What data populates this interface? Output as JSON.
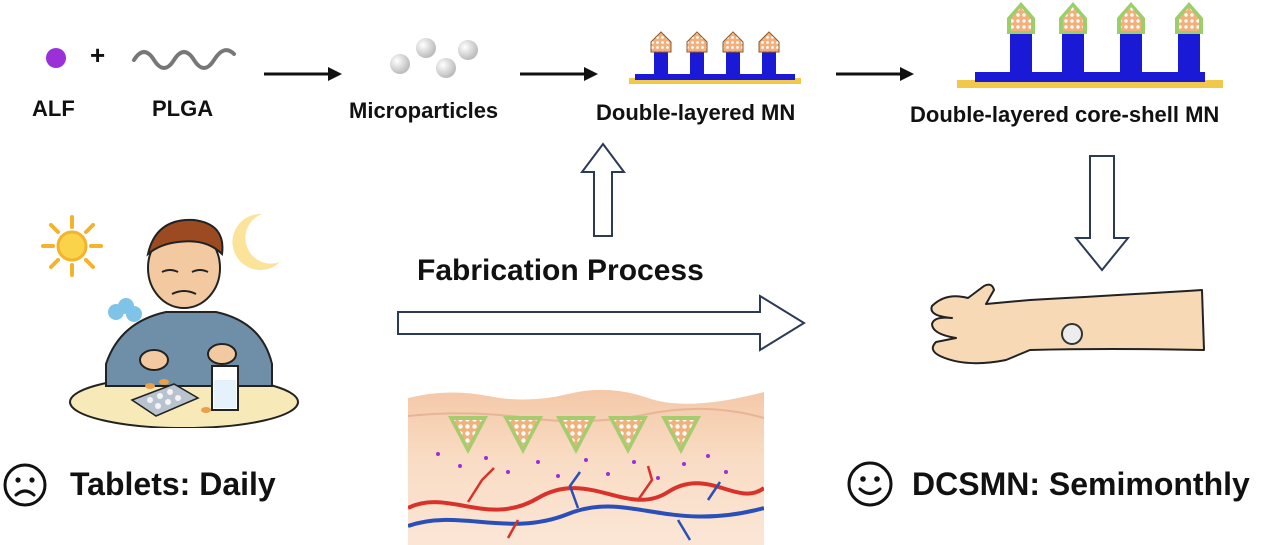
{
  "top_row": {
    "alf_label": "ALF",
    "plus_sign": "+",
    "plga_label": "PLGA",
    "microparticles_label": "Microparticles",
    "double_layered_label": "Double-layered MN",
    "core_shell_label": "Double-layered core-shell MN"
  },
  "center": {
    "process_label": "Fabrication Process"
  },
  "left_panel": {
    "tablets_label": "Tablets: Daily"
  },
  "right_panel": {
    "dcsmn_label": "DCSMN: Semimonthly"
  },
  "colors": {
    "alf_dot": "#9b30d9",
    "mn_blue": "#1a1ad6",
    "mn_base": "#f2c84b",
    "arrow_black": "#111111",
    "outline_arrow": "#2d3a55",
    "skin": "#f6cfae",
    "vein_red": "#d9322a",
    "vein_blue": "#2b4fb8"
  },
  "icons": [
    "sad-face-icon",
    "smiley-face-icon",
    "sun-icon",
    "moon-icon"
  ]
}
